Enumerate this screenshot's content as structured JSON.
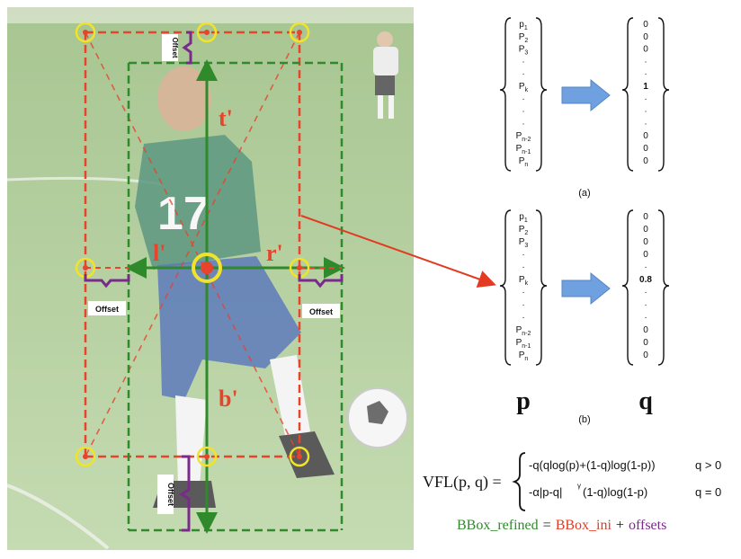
{
  "colors": {
    "grass_dark": "#7aa35a",
    "grass_light": "#a9c98e",
    "red_box": "#e8432b",
    "green_box": "#2f8a2b",
    "purple_offset": "#7a2a8a",
    "yellow_circle": "#f2e32a",
    "arrow_blue": "#6fa0e0",
    "arrow_red": "#e23b22",
    "text_black": "#111111"
  },
  "photo": {
    "jersey_number": "17",
    "shirt_color": "#2f7a5e",
    "shorts_color": "#3056a8"
  },
  "labels": {
    "t_prime": "t'",
    "l_prime": "l'",
    "r_prime": "r'",
    "b_prime": "b'",
    "offset_top": "Offset",
    "offset_left": "Offset",
    "offset_right": "Offset",
    "offset_bottom": "Offset"
  },
  "vector_a": {
    "caption": "(a)",
    "p": [
      "p1",
      "P2",
      "P3",
      "·",
      "·",
      "Pk",
      "·",
      "·",
      "·",
      "Pn-2",
      "Pn-1",
      "Pn"
    ],
    "q": [
      "0",
      "0",
      "0",
      "·",
      "·",
      "1",
      "·",
      "·",
      "·",
      "0",
      "0",
      "0"
    ]
  },
  "vector_b": {
    "caption": "(b)",
    "p": [
      "p1",
      "P2",
      "P3",
      "·",
      "·",
      "Pk",
      "·",
      "·",
      "·",
      "Pn-2",
      "Pn-1",
      "Pn"
    ],
    "q": [
      "0",
      "0",
      "0",
      "0",
      "·",
      "0.8",
      "·",
      "·",
      "·",
      "0",
      "0",
      "0"
    ]
  },
  "symbols": {
    "p": "p",
    "q": "q"
  },
  "formula": {
    "lhs": "VFL(p, q) =",
    "case1": "-q(qlog(p)+(1-q)log(1-p))",
    "cond1": "q > 0",
    "case2": "-α|p-q|",
    "case2_exp": "γ",
    "case2_rest": "(1-q)log(1-p)",
    "cond2": "q = 0"
  },
  "equation": {
    "lhs": "BBox_refined",
    "eq": "=",
    "ini": "BBox_ini",
    "plus": "+",
    "offsets": "offsets"
  }
}
